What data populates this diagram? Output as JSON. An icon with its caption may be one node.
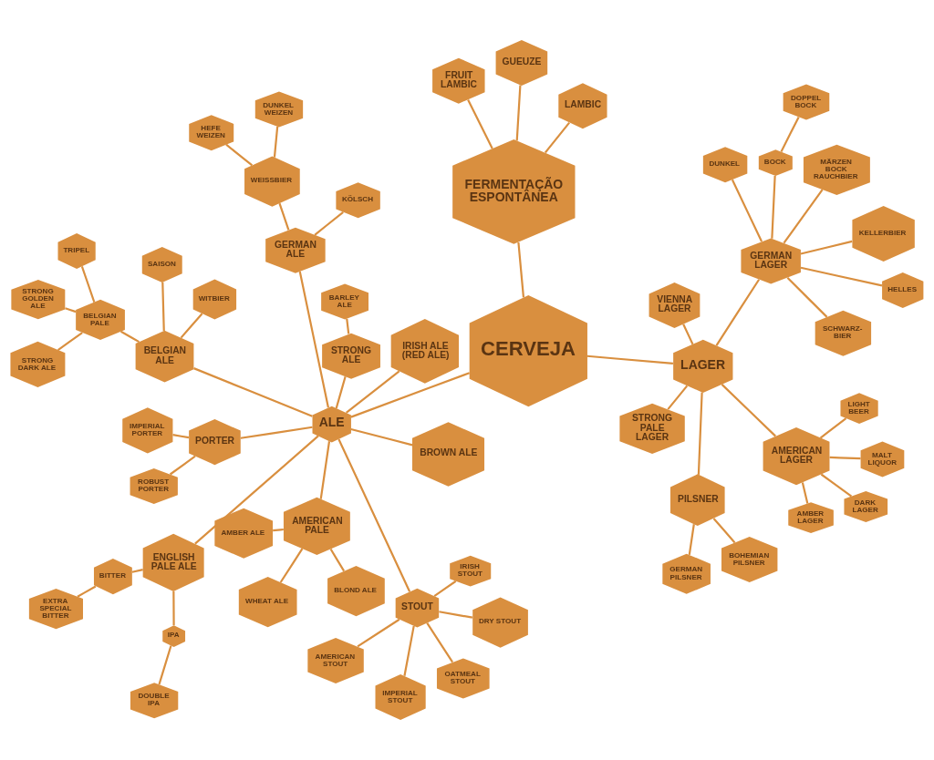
{
  "diagram": {
    "nodes": [
      {
        "text": [
          "CERVEJA"
        ]
      },
      {
        "text": [
          "FERMENTAÇÃO ESPONTÂNEA"
        ]
      },
      {
        "text": [
          "GUEUZE"
        ]
      },
      {
        "text": [
          "FRUIT LAMBIC"
        ]
      },
      {
        "text": [
          "LAMBIC"
        ]
      },
      {
        "text": [
          "LAGER"
        ]
      },
      {
        "text": [
          "VIENNA LAGER"
        ]
      },
      {
        "text": [
          "AMERICAN LAGER"
        ]
      },
      {
        "text": [
          "LIGHT BEER"
        ]
      },
      {
        "text": [
          "MALT LIQUOR"
        ]
      },
      {
        "text": [
          "AMBER LAGER"
        ]
      },
      {
        "text": [
          "DARK LAGER"
        ]
      },
      {
        "text": [
          "PILSNER"
        ]
      },
      {
        "text": [
          "GERMAN PILSNER"
        ]
      },
      {
        "text": [
          "BOHEMIAN PILSNER"
        ]
      },
      {
        "text": [
          "STRONG PALE LAGER"
        ]
      },
      {
        "text": [
          "GERMAN LAGER"
        ]
      },
      {
        "text": [
          "DUNKEL"
        ]
      },
      {
        "text": [
          "HELLES"
        ]
      },
      {
        "text": [
          "KELLERBIER"
        ]
      },
      {
        "text": [
          "MÄRZEN BOCK RAUCHBIER"
        ]
      },
      {
        "text": [
          "SCHWARZ- BIER"
        ]
      },
      {
        "text": [
          "BOCK"
        ]
      },
      {
        "text": [
          "DOPPEL BOCK"
        ]
      },
      {
        "text": [
          "ALE"
        ]
      },
      {
        "text": [
          "STRONG ALE"
        ]
      },
      {
        "text": [
          "BARLEY ALE"
        ]
      },
      {
        "text": [
          "PORTER"
        ]
      },
      {
        "text": [
          "ROBUST PORTER"
        ]
      },
      {
        "text": [
          "IMPERIAL PORTER"
        ]
      },
      {
        "text": [
          "STOUT"
        ]
      },
      {
        "text": [
          "OATMEAL STOUT"
        ]
      },
      {
        "text": [
          "AMERICAN STOUT"
        ]
      },
      {
        "text": [
          "IRISH STOUT"
        ]
      },
      {
        "text": [
          "IMPERIAL STOUT"
        ]
      },
      {
        "text": [
          "DRY STOUT"
        ]
      },
      {
        "text": [
          "IRISH ALE (RED ALE)"
        ]
      },
      {
        "text": [
          "ENGLISH PALE ALE"
        ]
      },
      {
        "text": [
          "AMERICAN PALE"
        ]
      },
      {
        "text": [
          "BLOND ALE"
        ]
      },
      {
        "text": [
          "AMBER ALE"
        ]
      },
      {
        "text": [
          "WHEAT ALE"
        ]
      },
      {
        "text": [
          "BITTER"
        ]
      },
      {
        "text": [
          "EXTRA SPECIAL BITTER"
        ]
      },
      {
        "text": [
          "IPA"
        ]
      },
      {
        "text": [
          "DOUBLE IPA"
        ]
      },
      {
        "text": [
          "BROWN ALE"
        ]
      },
      {
        "text": [
          "BELGIAN ALE"
        ]
      },
      {
        "text": [
          "SAISON"
        ]
      },
      {
        "text": [
          "WITBIER"
        ]
      },
      {
        "text": [
          "BELGIAN PALE"
        ]
      },
      {
        "text": [
          "STRONG GOLDEN ALE"
        ]
      },
      {
        "text": [
          "TRIPEL"
        ]
      },
      {
        "text": [
          "STRONG DARK ALE"
        ]
      },
      {
        "text": [
          "GERMAN ALE"
        ]
      },
      {
        "text": [
          "WEISSBIER"
        ]
      },
      {
        "text": [
          "KÖLSCH"
        ]
      },
      {
        "text": [
          "DUNKEL WEIZEN"
        ]
      },
      {
        "text": [
          "HEFE WEIZEN"
        ]
      }
    ],
    "edges": [
      {
        "from": 0,
        "to": 1,
        "arrow": "none"
      },
      {
        "from": 1,
        "to": 2,
        "arrow": "none"
      },
      {
        "from": 1,
        "to": 3,
        "arrow": "none"
      },
      {
        "from": 1,
        "to": 4,
        "arrow": "none"
      },
      {
        "from": 0,
        "to": 5,
        "arrow": "none"
      },
      {
        "from": 5,
        "to": 6,
        "arrow": "none"
      },
      {
        "from": 5,
        "to": 7,
        "arrow": "none"
      },
      {
        "from": 7,
        "to": 8,
        "arrow": "none"
      },
      {
        "from": 7,
        "to": 9,
        "arrow": "none"
      },
      {
        "from": 7,
        "to": 10,
        "arrow": "none"
      },
      {
        "from": 7,
        "to": 11,
        "arrow": "none"
      },
      {
        "from": 5,
        "to": 12,
        "arrow": "none"
      },
      {
        "from": 12,
        "to": 13,
        "arrow": "none"
      },
      {
        "from": 12,
        "to": 14,
        "arrow": "none"
      },
      {
        "from": 5,
        "to": 15,
        "arrow": "none"
      },
      {
        "from": 5,
        "to": 16,
        "arrow": "none"
      },
      {
        "from": 16,
        "to": 17,
        "arrow": "none"
      },
      {
        "from": 16,
        "to": 18,
        "arrow": "none"
      },
      {
        "from": 16,
        "to": 19,
        "arrow": "none"
      },
      {
        "from": 16,
        "to": 20,
        "arrow": "none"
      },
      {
        "from": 16,
        "to": 21,
        "arrow": "none"
      },
      {
        "from": 16,
        "to": 22,
        "arrow": "none"
      },
      {
        "from": 22,
        "to": 23,
        "arrow": "none"
      },
      {
        "from": 0,
        "to": 24,
        "arrow": "none"
      },
      {
        "from": 24,
        "to": 25,
        "arrow": "none"
      },
      {
        "from": 25,
        "to": 26,
        "arrow": "none"
      },
      {
        "from": 24,
        "to": 27,
        "arrow": "none"
      },
      {
        "from": 27,
        "to": 28,
        "arrow": "none"
      },
      {
        "from": 27,
        "to": 29,
        "arrow": "none"
      },
      {
        "from": 24,
        "to": 30,
        "arrow": "none"
      },
      {
        "from": 30,
        "to": 31,
        "arrow": "none"
      },
      {
        "from": 30,
        "to": 32,
        "arrow": "none"
      },
      {
        "from": 30,
        "to": 33,
        "arrow": "none"
      },
      {
        "from": 30,
        "to": 34,
        "arrow": "none"
      },
      {
        "from": 30,
        "to": 35,
        "arrow": "none"
      },
      {
        "from": 24,
        "to": 36,
        "arrow": "none"
      },
      {
        "from": 24,
        "to": 37,
        "arrow": "none"
      },
      {
        "from": 24,
        "to": 38,
        "arrow": "none"
      },
      {
        "from": 38,
        "to": 39,
        "arrow": "none"
      },
      {
        "from": 38,
        "to": 40,
        "arrow": "none"
      },
      {
        "from": 38,
        "to": 41,
        "arrow": "none"
      },
      {
        "from": 37,
        "to": 42,
        "arrow": "none"
      },
      {
        "from": 42,
        "to": 43,
        "arrow": "none"
      },
      {
        "from": 37,
        "to": 44,
        "arrow": "none"
      },
      {
        "from": 44,
        "to": 45,
        "arrow": "none"
      },
      {
        "from": 24,
        "to": 46,
        "arrow": "none"
      },
      {
        "from": 24,
        "to": 47,
        "arrow": "none"
      },
      {
        "from": 47,
        "to": 48,
        "arrow": "none"
      },
      {
        "from": 47,
        "to": 49,
        "arrow": "none"
      },
      {
        "from": 47,
        "to": 50,
        "arrow": "none"
      },
      {
        "from": 50,
        "to": 51,
        "arrow": "none"
      },
      {
        "from": 50,
        "to": 52,
        "arrow": "none"
      },
      {
        "from": 50,
        "to": 53,
        "arrow": "none"
      },
      {
        "from": 24,
        "to": 54,
        "arrow": "none"
      },
      {
        "from": 54,
        "to": 55,
        "arrow": "none"
      },
      {
        "from": 54,
        "to": 56,
        "arrow": "none"
      },
      {
        "from": 55,
        "to": 57,
        "arrow": "none"
      },
      {
        "from": 55,
        "to": 58,
        "arrow": "none"
      }
    ]
  }
}
